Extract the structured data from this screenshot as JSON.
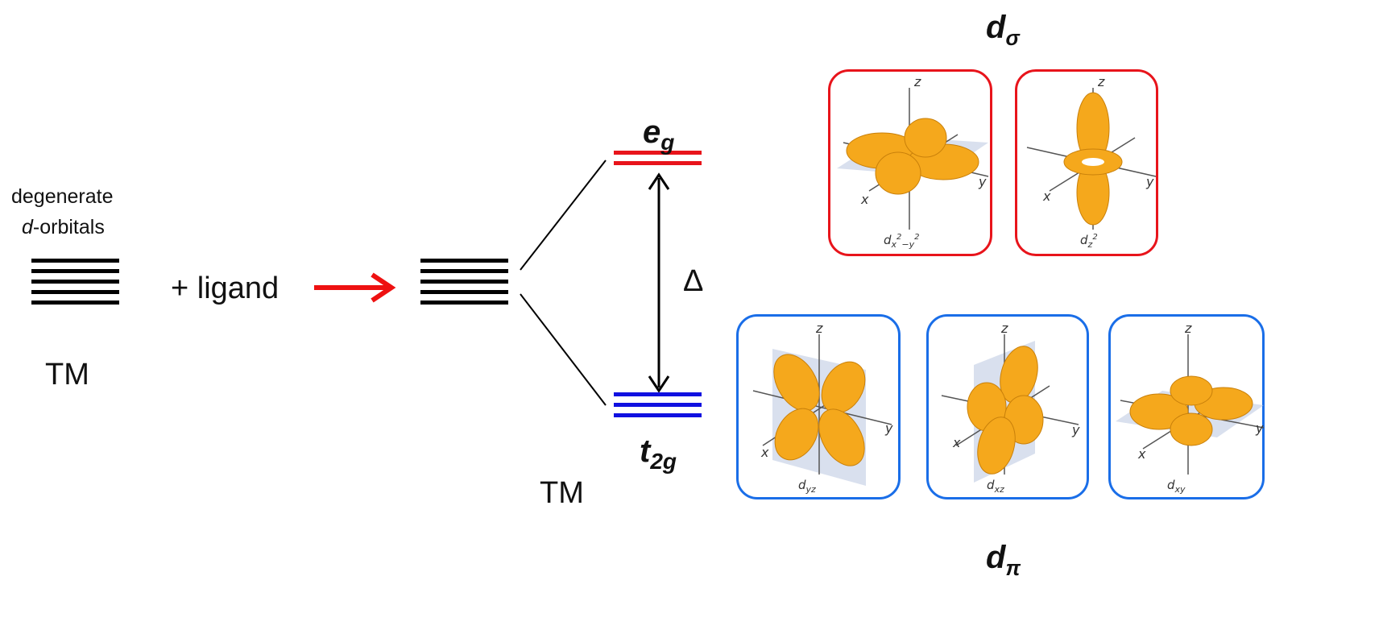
{
  "left": {
    "line1": "degenerate",
    "line2_italic": "d",
    "line2_rest": "-orbitals",
    "tm": "TM"
  },
  "arrow": {
    "label": "+ ligand",
    "color": "#ee1111"
  },
  "split": {
    "eg_main": "e",
    "eg_sub": "g",
    "t2g_main": "t",
    "t2g_sub": "2g",
    "delta": "Δ",
    "tm": "TM",
    "eg_color": "#e8141b",
    "t2g_color": "#1010e0"
  },
  "groups": {
    "sigma_main": "d",
    "sigma_sub": "σ",
    "pi_main": "d",
    "pi_sub": "π",
    "sigma_border": "#e8141b",
    "pi_border": "#1a6ee8"
  },
  "orbitals": [
    {
      "name": "dx2-y2",
      "cap_main": "d",
      "cap_sub": "x",
      "cap_sup1": "2",
      "cap_mid": "−y",
      "cap_sup2": "2"
    },
    {
      "name": "dz2",
      "cap_main": "d",
      "cap_sub": "z",
      "cap_sup1": "2"
    },
    {
      "name": "dyz",
      "cap_main": "d",
      "cap_sub": "yz"
    },
    {
      "name": "dxz",
      "cap_main": "d",
      "cap_sub": "xz"
    },
    {
      "name": "dxy",
      "cap_main": "d",
      "cap_sub": "xy"
    }
  ],
  "axes": {
    "x": "x",
    "y": "y",
    "z": "z"
  },
  "orbital_color": "#f5a81c"
}
